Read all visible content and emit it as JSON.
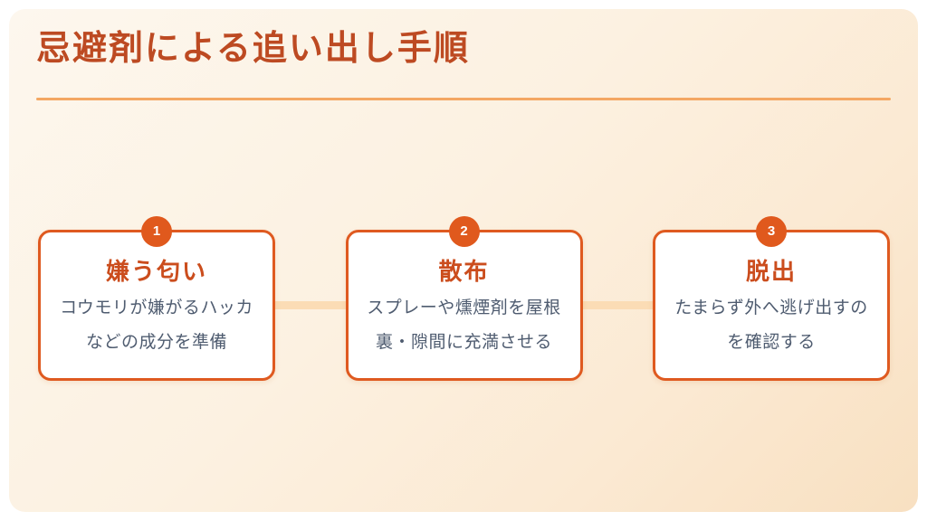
{
  "slide": {
    "title": "忌避剤による追い出し手順"
  },
  "steps": [
    {
      "number": "1",
      "title": "嫌う匂い",
      "body_lines": [
        "コウモリが嫌がるハッカ",
        "などの成分を準備"
      ]
    },
    {
      "number": "2",
      "title": "散布",
      "body_lines": [
        "スプレーや燻煙剤を屋根",
        "裏・隙間に充満させる"
      ]
    },
    {
      "number": "3",
      "title": "脱出",
      "body_lines": [
        "たまらず外へ逃げ出すの",
        "を確認する"
      ]
    }
  ],
  "colors": {
    "title_text": "#bd4a22",
    "divider": "#f4a763",
    "card_border": "#df5a20",
    "badge_background": "#e0591d",
    "badge_text": "#ffffff",
    "card_title_text": "#cb4d1d",
    "card_body_text": "#4f5c70",
    "connector": "#fbdcb5",
    "slide_background_start": "#fdf7ee",
    "slide_background_end": "#f8e0c1",
    "page_background": "#ffffff"
  }
}
